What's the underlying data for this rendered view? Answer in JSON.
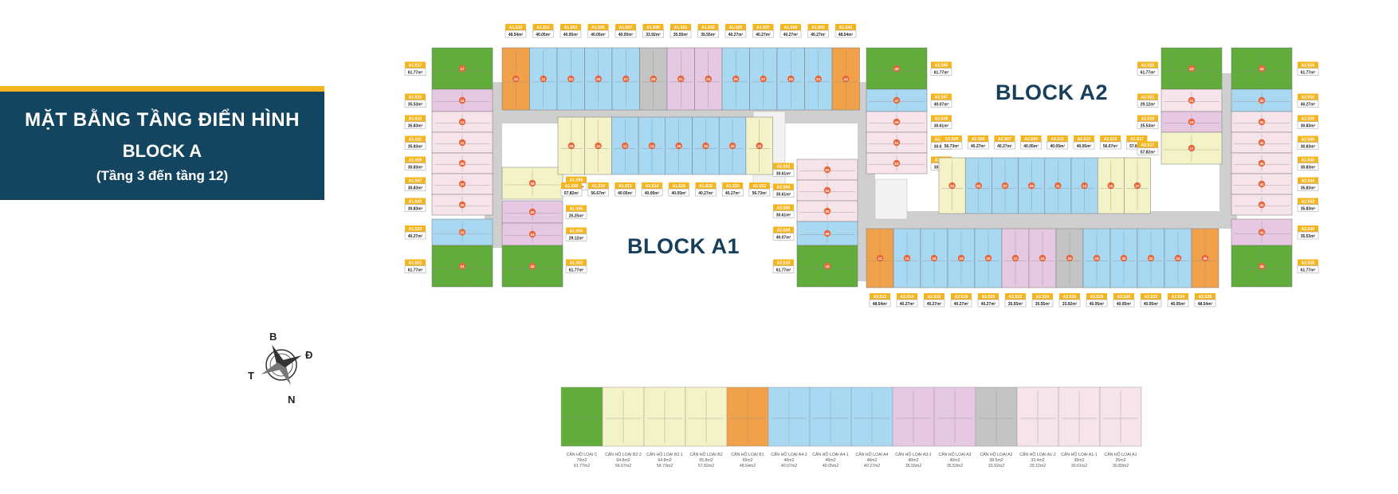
{
  "title": {
    "line1": "MẶT BẰNG TẦNG ĐIỂN HÌNH",
    "line2": "BLOCK A",
    "line3": "(Tầng 3 đến tầng 12)"
  },
  "blocks": {
    "a1": "BLOCK A1",
    "a2": "BLOCK A2"
  },
  "compass": {
    "north": "B",
    "south": "N",
    "east": "Đ",
    "west": "T",
    "icon": "compass-rose-icon"
  },
  "colors": {
    "navy": "#134560",
    "gold": "#f5b51f",
    "C": "#62ac3c",
    "B": "#f2a14b",
    "A4": "#a9d8f2",
    "B2": "#f4f3c8",
    "A3": "#e6c8e2",
    "A2": "#c4c4c4",
    "A1": "#f7e4ea",
    "corridor": "#cfcfcf"
  },
  "units": {
    "a1_top": [
      {
        "code": "A1.S10",
        "area": "48.54m²",
        "num": "10"
      },
      {
        "code": "A1.S11",
        "area": "40.05m²",
        "num": "11"
      },
      {
        "code": "A1.S03",
        "area": "40.05m²",
        "num": "03"
      },
      {
        "code": "A1.S05",
        "area": "40.05m²",
        "num": "05"
      },
      {
        "code": "A1.S07",
        "area": "40.05m²",
        "num": "07"
      },
      {
        "code": "A1.S09",
        "area": "33.92m²",
        "num": "09"
      },
      {
        "code": "A1.S01",
        "area": "35.55m²",
        "num": "01"
      },
      {
        "code": "A1.S03",
        "area": "35.55m²",
        "num": "03"
      },
      {
        "code": "A1.S05",
        "area": "40.27m²",
        "num": "05"
      },
      {
        "code": "A1.S07",
        "area": "40.27m²",
        "num": "07"
      },
      {
        "code": "A1.S09",
        "area": "40.27m²",
        "num": "09"
      },
      {
        "code": "A1.S01",
        "area": "40.27m²",
        "num": "01"
      },
      {
        "code": "A1.S43",
        "area": "48.54m²",
        "num": "43"
      }
    ],
    "a1_left": [
      {
        "code": "A1.S17",
        "area": "61.77m²"
      },
      {
        "code": "A1.S15",
        "area": "35.53m²"
      },
      {
        "code": "A1.S13",
        "area": "35.83m²"
      },
      {
        "code": "A1.S11",
        "area": "35.83m²"
      },
      {
        "code": "A1.S09",
        "area": "30.83m²"
      },
      {
        "code": "A1.S07",
        "area": "30.83m²"
      },
      {
        "code": "A1.S05",
        "area": "30.83m²"
      },
      {
        "code": "A1.S03",
        "area": "40.27m²"
      },
      {
        "code": "A1.S01",
        "area": "61.77m²"
      }
    ],
    "a1_inner": [
      {
        "code": "A1.S08",
        "area": "57.82m²"
      },
      {
        "code": "A1.S06",
        "area": "25.25m²"
      },
      {
        "code": "A1.S04",
        "area": "29.12m²"
      },
      {
        "code": "A1.S02",
        "area": "61.77m²"
      }
    ],
    "a1_bottom": [
      {
        "code": "A1.S08",
        "area": "57.82m²"
      },
      {
        "code": "A1.S10",
        "area": "56.67m²"
      },
      {
        "code": "A1.S12",
        "area": "40.05m²"
      },
      {
        "code": "A1.S14",
        "area": "40.05m²"
      },
      {
        "code": "A1.S16",
        "area": "40.05m²"
      },
      {
        "code": "A1.S18",
        "area": "40.27m²"
      },
      {
        "code": "A1.S20",
        "area": "40.27m²"
      },
      {
        "code": "A1.S22",
        "area": "56.73m²"
      }
    ],
    "a1_mid": [
      {
        "code": "A2.S02",
        "area": "30.61m²"
      },
      {
        "code": "A2.S04",
        "area": "30.61m²"
      },
      {
        "code": "A2.S06",
        "area": "30.61m²"
      },
      {
        "code": "A2.S08",
        "area": "40.07m²"
      },
      {
        "code": "A2.S10",
        "area": "61.77m²"
      }
    ],
    "a2_left": [
      {
        "code": "A2.S45",
        "area": "61.77m²"
      },
      {
        "code": "A2.S47",
        "area": "40.07m²"
      },
      {
        "code": "A2.S49",
        "area": "30.61m²"
      },
      {
        "code": "A2.S51",
        "area": "30.61m²"
      },
      {
        "code": "A2.S53",
        "area": "30.61m²"
      }
    ],
    "a2_top": [
      {
        "code": "A2.S05",
        "area": "56.73m²"
      },
      {
        "code": "A2.S05",
        "area": "40.27m²"
      },
      {
        "code": "A2.S07",
        "area": "40.27m²"
      },
      {
        "code": "A2.S09",
        "area": "40.05m²"
      },
      {
        "code": "A2.S11",
        "area": "40.05m²"
      },
      {
        "code": "A2.S13",
        "area": "40.05m²"
      },
      {
        "code": "A2.S15",
        "area": "56.67m²"
      },
      {
        "code": "A2.S17",
        "area": "57.82m²"
      }
    ],
    "a2_right_inner": [
      {
        "code": "A2.S23",
        "area": "61.77m²"
      },
      {
        "code": "A2.S21",
        "area": "29.12m²"
      },
      {
        "code": "A2.S19",
        "area": "25.53m²"
      },
      {
        "code": "A2.S17",
        "area": "57.82m²"
      }
    ],
    "a2_right": [
      {
        "code": "A2.S34",
        "area": "61.77m²"
      },
      {
        "code": "A2.S32",
        "area": "40.27m²"
      },
      {
        "code": "A2.S30",
        "area": "30.83m²"
      },
      {
        "code": "A2.S40",
        "area": "30.83m²"
      },
      {
        "code": "A2.S46",
        "area": "30.83m²"
      },
      {
        "code": "A2.S44",
        "area": "35.83m²"
      },
      {
        "code": "A2.S42",
        "area": "35.83m²"
      },
      {
        "code": "A2.S40",
        "area": "35.53m²"
      },
      {
        "code": "A2.S38",
        "area": "61.77m²"
      }
    ],
    "a2_bottom": [
      {
        "code": "A2.S12",
        "area": "48.54m²"
      },
      {
        "code": "A2.S14",
        "area": "40.27m²"
      },
      {
        "code": "A2.S16",
        "area": "40.27m²"
      },
      {
        "code": "A2.S18",
        "area": "40.27m²"
      },
      {
        "code": "A2.S20",
        "area": "40.27m²"
      },
      {
        "code": "A2.S22",
        "area": "35.55m²"
      },
      {
        "code": "A2.S24",
        "area": "35.55m²"
      },
      {
        "code": "A2.S26",
        "area": "33.92m²"
      },
      {
        "code": "A2.S28",
        "area": "40.05m²"
      },
      {
        "code": "A2.S30",
        "area": "40.05m²"
      },
      {
        "code": "A2.S32",
        "area": "40.05m²"
      },
      {
        "code": "A2.S34",
        "area": "40.05m²"
      },
      {
        "code": "A2.S36",
        "area": "48.54m²"
      }
    ]
  },
  "legend": [
    {
      "type": "C",
      "line1": "CĂN HỘ LOẠI C",
      "line2": "70m2",
      "line3": "61.77m2"
    },
    {
      "type": "B2",
      "line1": "CĂN HỘ LOẠI B2-2",
      "line2": "64.8m2",
      "line3": "56.67m2"
    },
    {
      "type": "B2",
      "line1": "CĂN HỘ LOẠI B2-1",
      "line2": "64.8m2",
      "line3": "56.73m2"
    },
    {
      "type": "B2",
      "line1": "CĂN HỘ LOẠI B2",
      "line2": "65.8m2",
      "line3": "57.82m2"
    },
    {
      "type": "B",
      "line1": "CĂN HỘ LOẠI B1",
      "line2": "55m2",
      "line3": "48.54m2"
    },
    {
      "type": "A4",
      "line1": "CĂN HỘ LOẠI A4-2",
      "line2": "46m2",
      "line3": "40.07m2"
    },
    {
      "type": "A4",
      "line1": "CĂN HỘ LOẠI A4-1",
      "line2": "46m2",
      "line3": "40.05m2"
    },
    {
      "type": "A4",
      "line1": "CĂN HỘ LOẠI A4",
      "line2": "46m2",
      "line3": "40.27m2"
    },
    {
      "type": "A3",
      "line1": "CĂN HỘ LOẠI A3-1",
      "line2": "40m2",
      "line3": "35.55m2"
    },
    {
      "type": "A3",
      "line1": "CĂN HỘ LOẠI A3",
      "line2": "40m2",
      "line3": "35.53m2"
    },
    {
      "type": "A2",
      "line1": "CĂN HỘ LOẠI A2",
      "line2": "38.5m2",
      "line3": "33.92m2"
    },
    {
      "type": "A1",
      "line1": "CĂN HỘ LOẠI A1-2",
      "line2": "33.4m2",
      "line3": "29.12m2"
    },
    {
      "type": "A1",
      "line1": "CĂN HỘ LOẠI A1-1",
      "line2": "35m2",
      "line3": "30.61m2"
    },
    {
      "type": "A1",
      "line1": "CĂN HỘ LOẠI A1",
      "line2": "35m2",
      "line3": "30.83m2"
    }
  ]
}
